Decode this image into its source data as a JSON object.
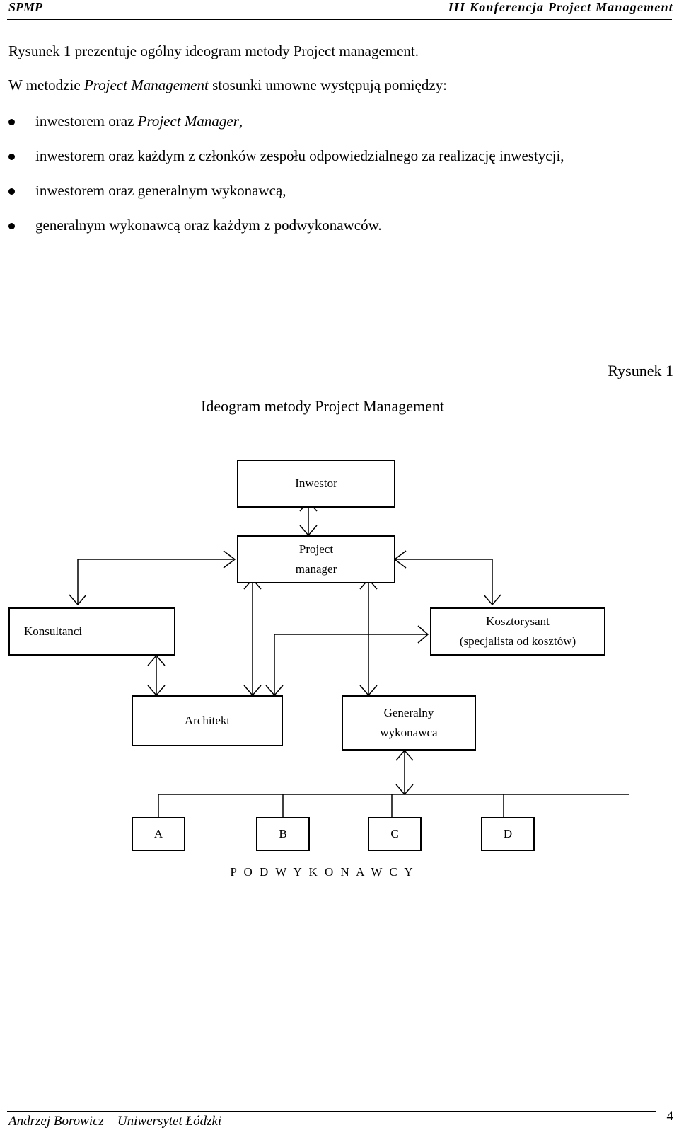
{
  "header": {
    "left": "SPMP",
    "right": "III Konferencja Project Management"
  },
  "body": {
    "intro": "Rysunek 1 prezentuje ogólny ideogram metody Project management.",
    "lead_prefix": "W metodzie ",
    "lead_italic": "Project Management",
    "lead_suffix": " stosunki umowne występują pomiędzy:",
    "bullets": [
      {
        "prefix": "inwestorem oraz ",
        "italic": "Project Manager",
        "suffix": ","
      },
      {
        "prefix": "inwestorem oraz każdym z członków zespołu odpowiedzialnego za realizację inwestycji,",
        "italic": "",
        "suffix": ""
      },
      {
        "prefix": "inwestorem oraz generalnym wykonawcą,",
        "italic": "",
        "suffix": ""
      },
      {
        "prefix": "generalnym wykonawcą oraz każdym z podwykonawców.",
        "italic": "",
        "suffix": ""
      }
    ]
  },
  "figure": {
    "label": "Rysunek 1",
    "title": "Ideogram metody Project Management",
    "boxes": {
      "investor": "Inwestor",
      "pm_line1": "Project",
      "pm_line2": "manager",
      "consultants": "Konsultanci",
      "cost_line1": "Kosztorysant",
      "cost_line2": "(specjalista od kosztów)",
      "architect": "Architekt",
      "gc_line1": "Generalny",
      "gc_line2": "wykonawca",
      "a": "A",
      "b": "B",
      "c": "C",
      "d": "D"
    },
    "subcontractors_label": "P O D W Y K O N A W C Y"
  },
  "footer": {
    "author": "Andrzej Borowicz – Uniwersytet Łódzki",
    "page": "4"
  }
}
